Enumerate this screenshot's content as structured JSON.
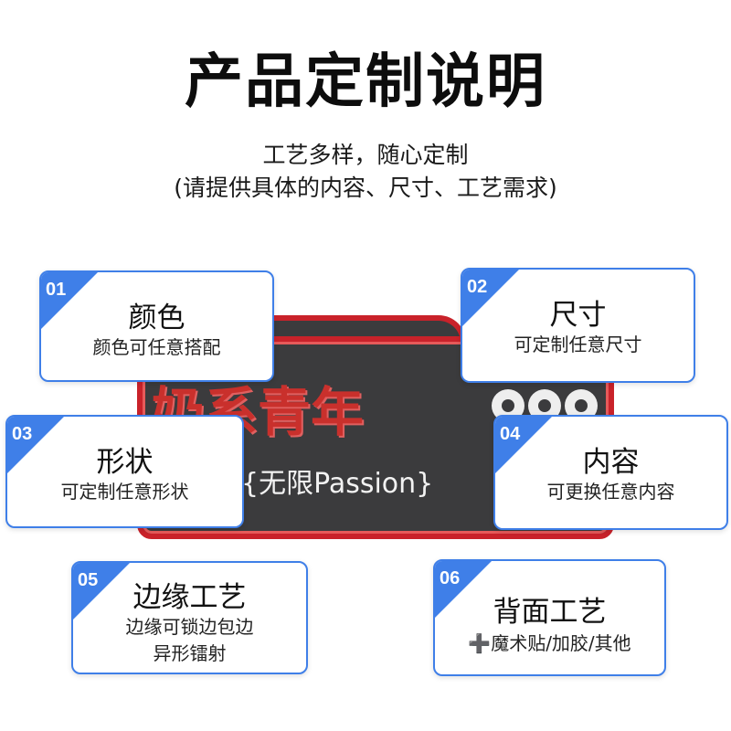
{
  "header": {
    "title": "产品定制说明",
    "subtitle_line1": "工艺多样，随心定制",
    "subtitle_line2": "(请提供具体的内容、尺寸、工艺需求)"
  },
  "patch": {
    "main_text": "奶系青年",
    "sub_text": "{无限Passion}"
  },
  "cards": [
    {
      "number": "01",
      "title": "颜色",
      "desc_line1": "颜色可任意搭配",
      "desc_line2": ""
    },
    {
      "number": "02",
      "title": "尺寸",
      "desc_line1": "可定制任意尺寸",
      "desc_line2": ""
    },
    {
      "number": "03",
      "title": "形状",
      "desc_line1": "可定制任意形状",
      "desc_line2": ""
    },
    {
      "number": "04",
      "title": "内容",
      "desc_line1": "可更换任意内容",
      "desc_line2": ""
    },
    {
      "number": "05",
      "title": "边缘工艺",
      "desc_line1": "边缘可锁边包边",
      "desc_line2": "异形镭射"
    },
    {
      "number": "06",
      "title": "背面工艺",
      "desc_line1": "➕魔术贴/加胶/其他",
      "desc_line2": ""
    }
  ],
  "colors": {
    "accent_blue": "#3f7fe8",
    "patch_red": "#c9222a",
    "patch_dark": "#3b3b3d"
  }
}
